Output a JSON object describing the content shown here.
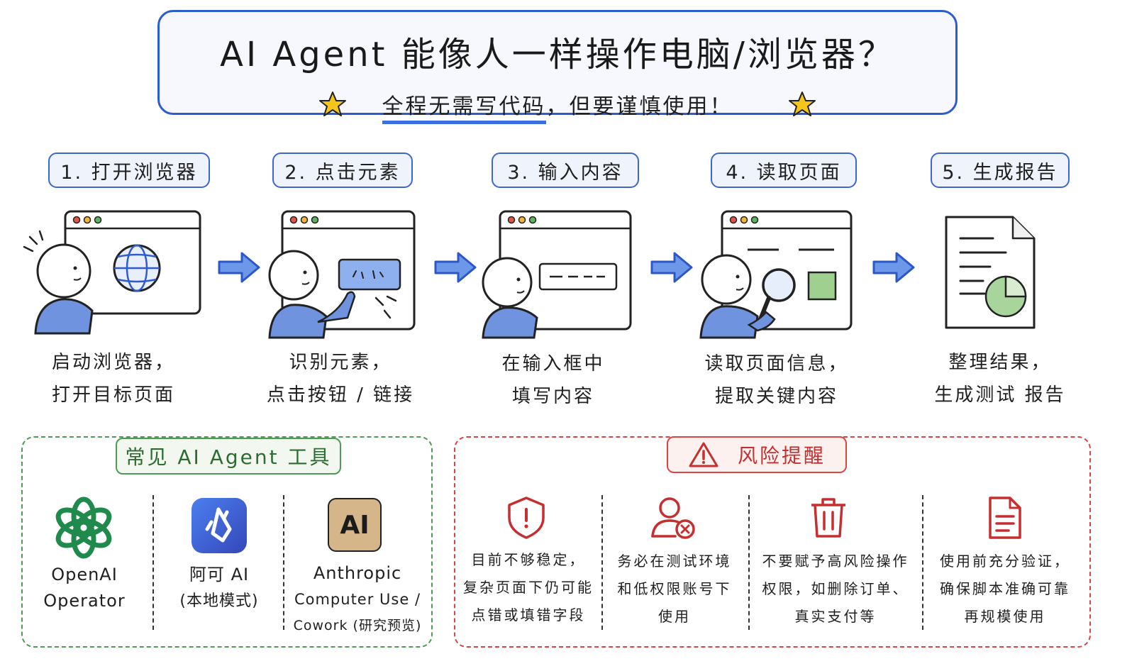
{
  "header": {
    "title": "AI Agent 能像人一样操作电脑/浏览器？",
    "subtitle_highlight": "全程无需写代码",
    "subtitle_rest": "，但要谨慎使用！"
  },
  "steps": [
    {
      "label": "1. 打开浏览器",
      "desc_line1": "启动浏览器，",
      "desc_line2": "打开目标页面"
    },
    {
      "label": "2. 点击元素",
      "desc_line1": "识别元素，",
      "desc_line2": "点击按钮 / 链接"
    },
    {
      "label": "3. 输入内容",
      "desc_line1": "在输入框中",
      "desc_line2": "填写内容"
    },
    {
      "label": "4. 读取页面",
      "desc_line1": "读取页面信息，",
      "desc_line2": "提取关键内容"
    },
    {
      "label": "5. 生成报告",
      "desc_line1": "整理结果，",
      "desc_line2": "生成测试 报告"
    }
  ],
  "tools_panel": {
    "title": "常见 AI Agent 工具",
    "tools": [
      {
        "line1": "OpenAI",
        "line2": "Operator",
        "line3": ""
      },
      {
        "line1": "阿可 AI",
        "line2": "(本地模式)",
        "line3": ""
      },
      {
        "line1": "Anthropic",
        "line2": "Computer Use /",
        "line3": "Cowork (研究预览)"
      }
    ],
    "anthropic_logo_text": "AI"
  },
  "risk_panel": {
    "title": "风险提醒",
    "items": [
      {
        "icon": "shield-alert-icon",
        "line1": "目前不够稳定，",
        "line2": "复杂页面下仍可能",
        "line3": "点错或填错字段"
      },
      {
        "icon": "user-x-icon",
        "line1": "务必在测试环境",
        "line2": "和低权限账号下",
        "line3": "使用"
      },
      {
        "icon": "trash-icon",
        "line1": "不要赋予高风险操作",
        "line2": "权限，如删除订单、",
        "line3": "真实支付等"
      },
      {
        "icon": "document-icon",
        "line1": "使用前充分验证，",
        "line2": "确保脚本准确可靠",
        "line3": "再规模使用"
      }
    ]
  },
  "colors": {
    "accent_blue": "#2f5bd0",
    "green": "#4f9a55",
    "red": "#d94545",
    "star_yellow": "#f5c518"
  }
}
